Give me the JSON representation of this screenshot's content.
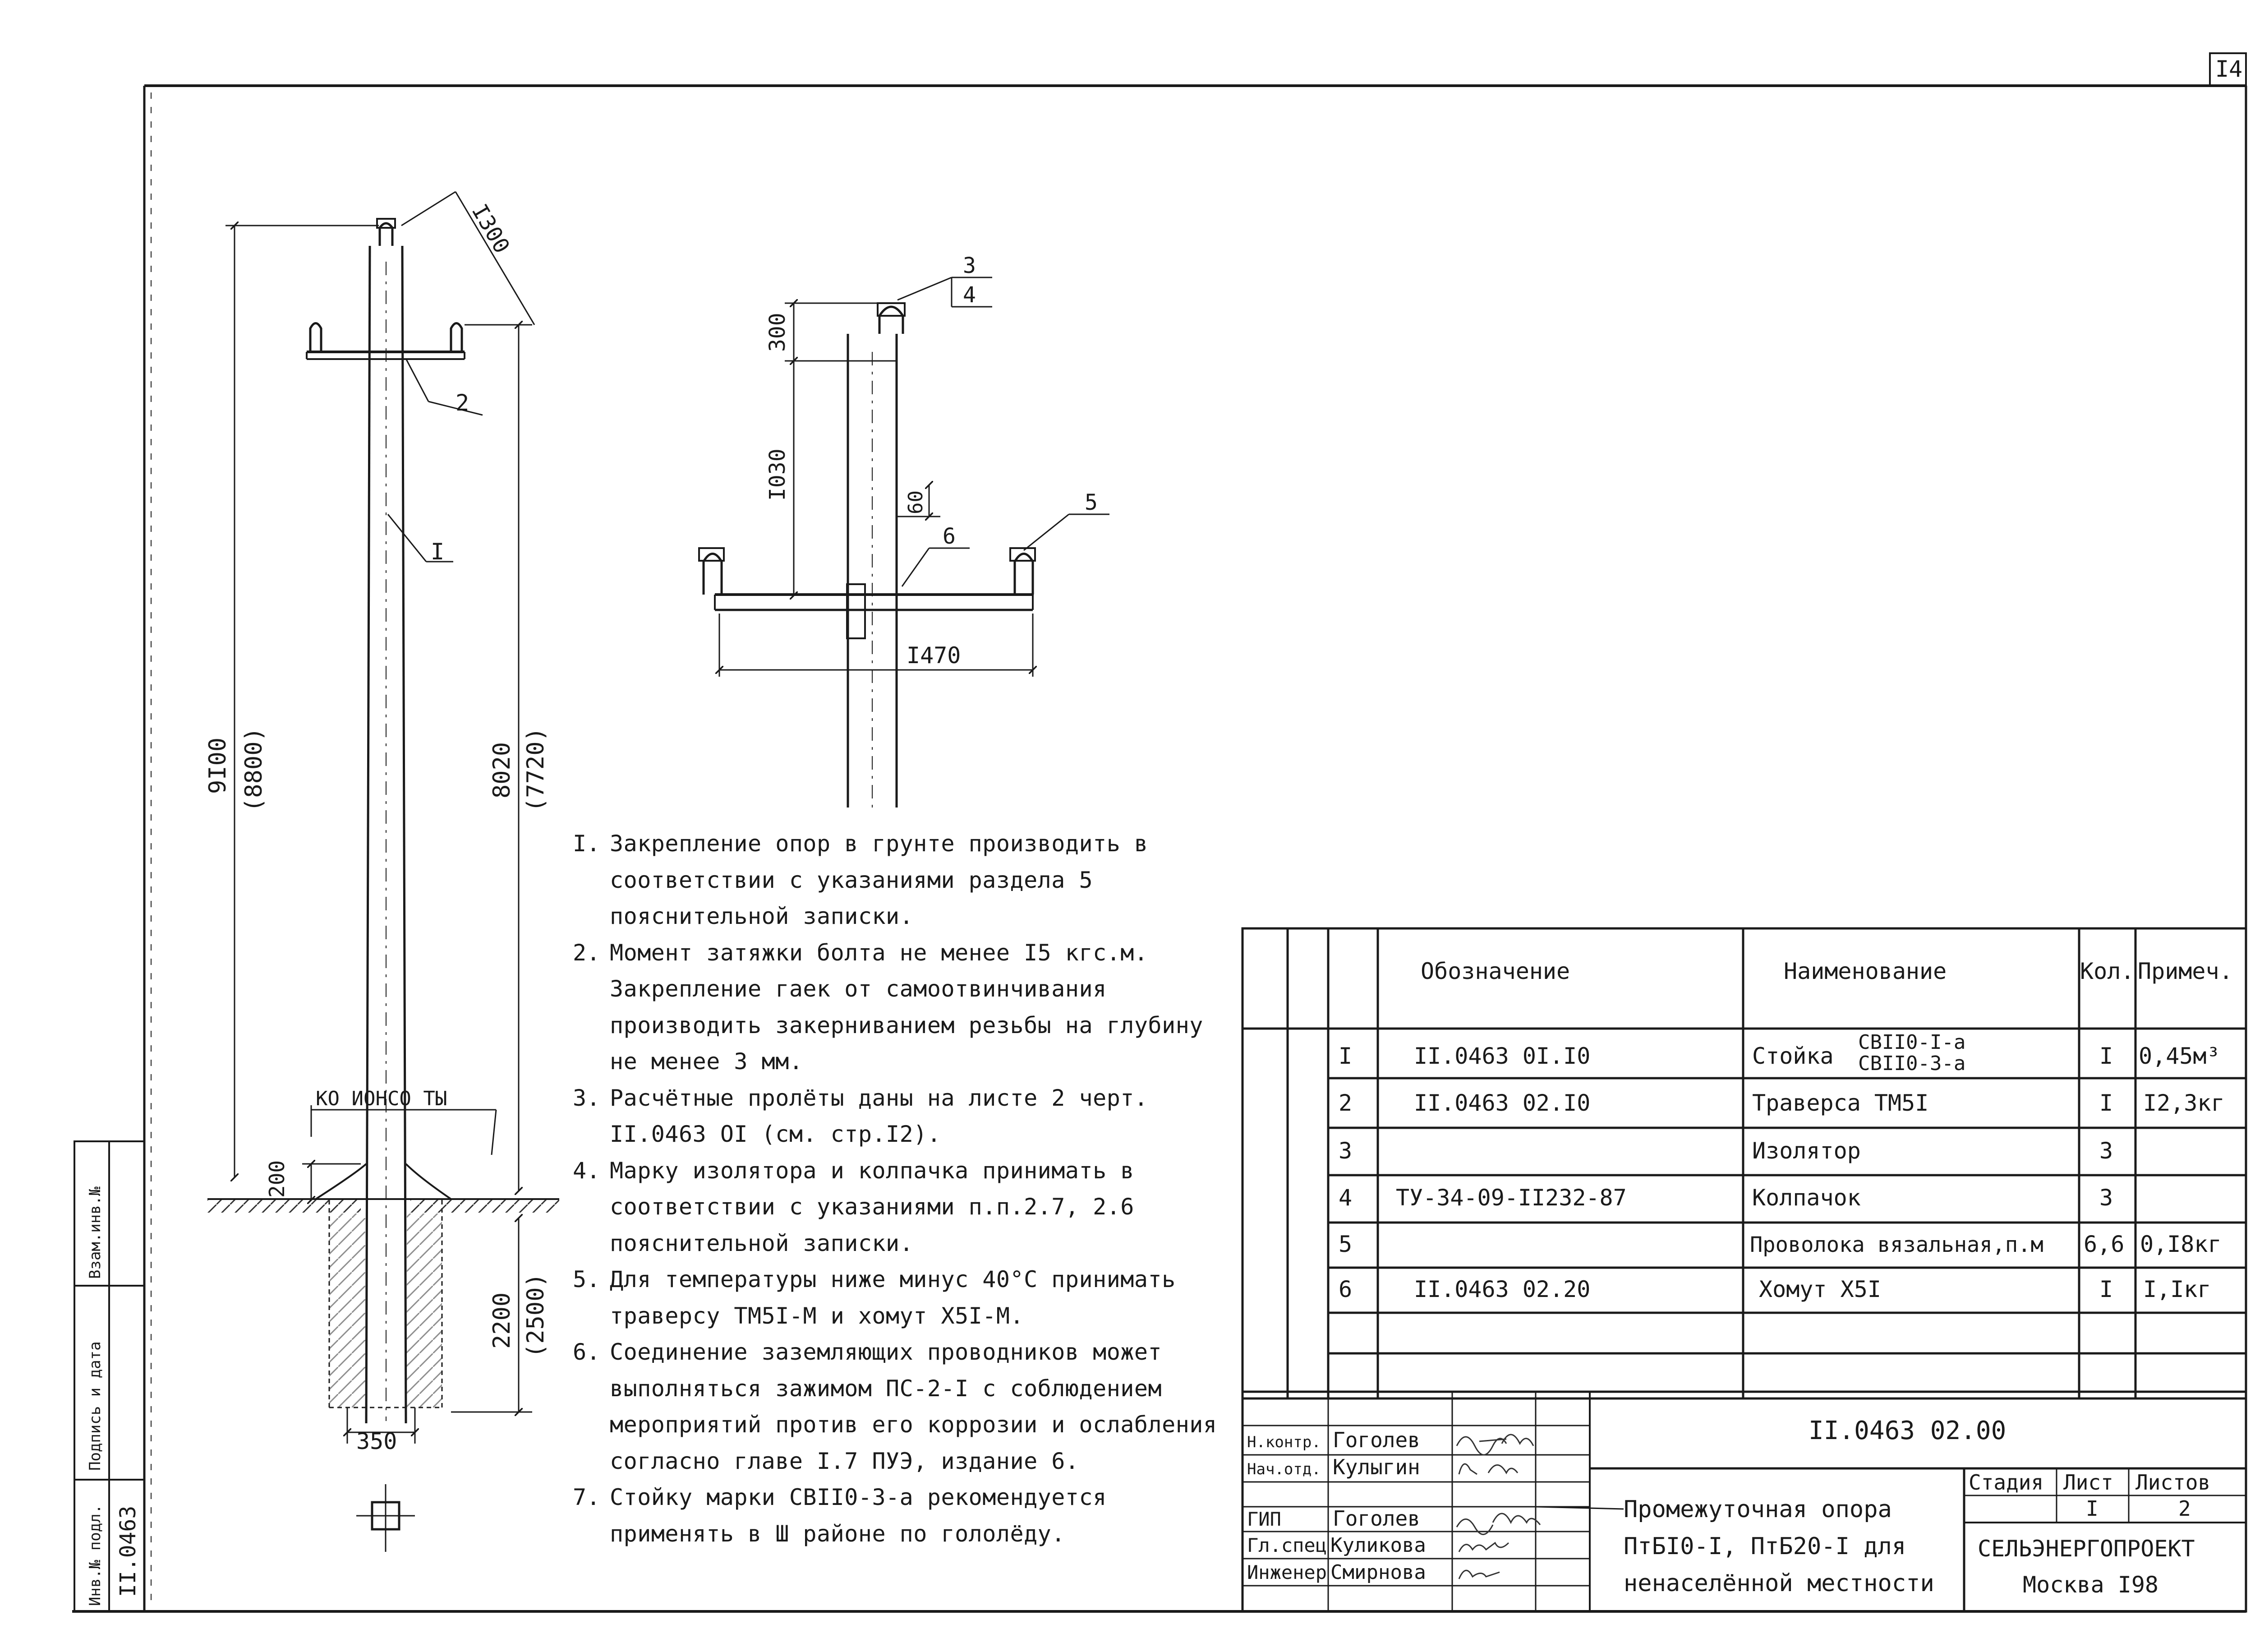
{
  "sheet": {
    "page_number": "I4"
  },
  "left_stamp": {
    "vzam_inv": "Взам.инв.№",
    "podpis_data": "Подпись и дата",
    "inv_podl": "Инв.№ подл.",
    "inv_value": "II.0463"
  },
  "diagram_main": {
    "dims": {
      "top_offset": "I300",
      "total_height": "9I00",
      "total_height_alt": "(8800)",
      "above_ground": "8020",
      "above_ground_alt": "(7720)",
      "embed_depth": "2200",
      "embed_depth_alt": "(2500)",
      "base_gap": "200",
      "pit_width": "350"
    },
    "callouts": {
      "pole": "I",
      "crossarm": "2"
    },
    "ground_note": "КО ИОНСО ТЫ"
  },
  "diagram_detail": {
    "dims": {
      "top": "300",
      "height": "I030",
      "clamp": "60",
      "width": "I470"
    },
    "callouts": {
      "insulator": "3",
      "cap": "4",
      "wire": "5",
      "clamp": "6"
    }
  },
  "notes": [
    {
      "num": "I.",
      "text": "Закрепление опор в грунте производить в соответствии с указаниями раздела 5 пояснительной записки."
    },
    {
      "num": "2.",
      "text": "Момент затяжки болта не менее I5 кгс.м. Закрепление гаек от самоотвинчивания производить закерниванием резьбы на глубину не менее 3 мм."
    },
    {
      "num": "3.",
      "text": "Расчётные пролёты даны на листе 2 черт. II.0463 OI (см. стр.I2)."
    },
    {
      "num": "4.",
      "text": "Марку изолятора и колпачка принимать в соответствии с указаниями п.п.2.7, 2.6 пояснительной записки."
    },
    {
      "num": "5.",
      "text": "Для температуры ниже минус 40°С принимать траверсу ТМ5I-М и хомут Х5I-М."
    },
    {
      "num": "6.",
      "text": "Соединение заземляющих проводников может выполняться зажимом ПС-2-I с соблюдением мероприятий против его коррозии и ослабления согласно главе I.7 ПУЭ, издание 6."
    },
    {
      "num": "7.",
      "text": "Стойку марки СВII0-3-а рекомендуется применять в Ш районе по гололёду."
    }
  ],
  "spec_table": {
    "headers": {
      "designation": "Обозначение",
      "name": "Наименование",
      "qty": "Кол.",
      "note": "Примеч."
    },
    "rows": [
      {
        "pos": "I",
        "designation": "II.0463 0I.I0",
        "name": "Стойка",
        "name_sub1": "СВII0-I-а",
        "name_sub2": "СВII0-3-а",
        "qty": "I",
        "note": "0,45м³"
      },
      {
        "pos": "2",
        "designation": "II.0463 02.I0",
        "name": "Траверса ТМ5I",
        "qty": "I",
        "note": "I2,3кг"
      },
      {
        "pos": "3",
        "designation": "",
        "name": "Изолятор",
        "qty": "3",
        "note": ""
      },
      {
        "pos": "4",
        "designation": "ТУ-34-09-II232-87",
        "name": "Колпачок",
        "qty": "3",
        "note": ""
      },
      {
        "pos": "5",
        "designation": "",
        "name": "Проволока вязальная,п.м",
        "qty": "6,6",
        "note": "0,I8кг"
      },
      {
        "pos": "6",
        "designation": "II.0463 02.20",
        "name": "Хомут Х5I",
        "qty": "I",
        "note": "I,Iкг"
      }
    ]
  },
  "title_block": {
    "code": "II.0463 02.00",
    "roles": [
      {
        "role": "Н.контр.",
        "person": "Гоголев"
      },
      {
        "role": "Нач.отд.",
        "person": "Кулыгин"
      },
      {
        "role": "ГИП",
        "person": "Гоголев"
      },
      {
        "role": "Гл.спец",
        "person": "Куликова"
      },
      {
        "role": "Инженер",
        "person": "Смирнова"
      }
    ],
    "title_line1": "Промежуточная опора",
    "title_line2": "ПтБI0-I, ПтБ20-I для",
    "title_line3": "ненаселённой местности",
    "stage_label": "Стадия",
    "sheet_label": "Лист",
    "sheets_label": "Листов",
    "sheet_value": "I",
    "sheets_value": "2",
    "org": "СЕЛЬЭНЕРГОПРОЕКТ",
    "city": "Москва I98"
  }
}
